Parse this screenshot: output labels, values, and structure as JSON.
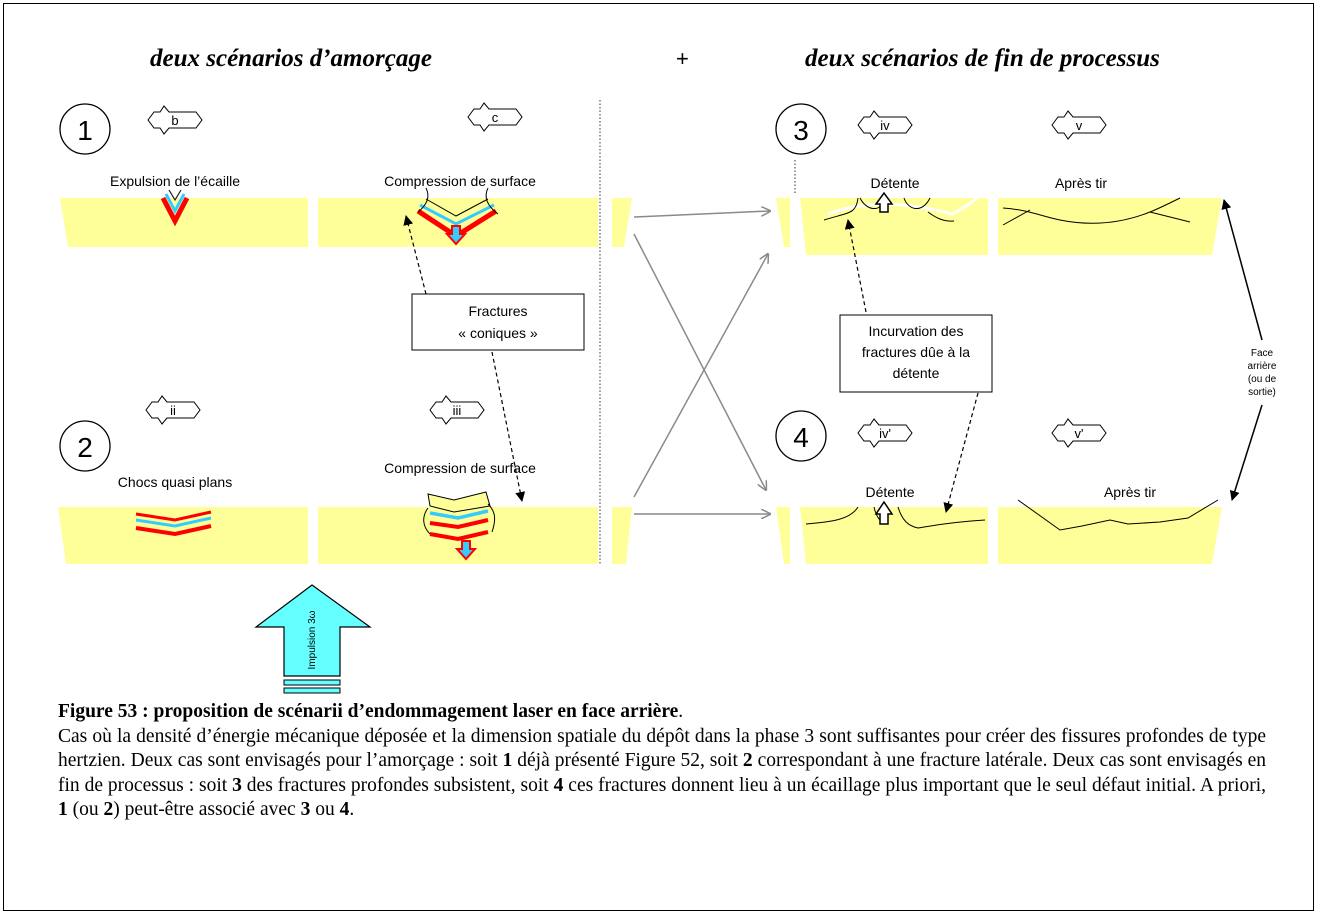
{
  "headings": {
    "left": "deux scénarios d’amorçage",
    "plus": "+",
    "right": "deux scénarios de fin de processus"
  },
  "scenario_numbers": [
    "1",
    "2",
    "3",
    "4"
  ],
  "tags": [
    "b",
    "c",
    "ii",
    "iii",
    "iv",
    "v",
    "iv'",
    "v'"
  ],
  "labels": {
    "expulsion": "Expulsion de l’écaille",
    "compression_1": "Compression de surface",
    "chocs": "Chocs quasi plans",
    "compression_2": "Compression de surface",
    "detente_1": "Détente",
    "apres_tir_1": "Après tir",
    "detente_2": "Détente",
    "apres_tir_2": "Après tir",
    "impulsion": "Impulsion 3ω"
  },
  "callouts": {
    "fractures_line1": "Fractures",
    "fractures_line2": "« coniques »",
    "incurvation_line1": "Incurvation des",
    "incurvation_line2": "fractures dûe à la",
    "incurvation_line3": "détente",
    "face_line1": "Face",
    "face_line2": "arrière",
    "face_line3": "(ou de",
    "face_line4": "sortie)"
  },
  "colors": {
    "slab": "#ffff99",
    "shock_red": "#ff0000",
    "shock_cyan": "#33ccff",
    "impulse_arrow": "#66ffff"
  },
  "caption": {
    "title": "Figure 53 : proposition de scénarii d’endommagement laser en face arrière",
    "title_end": ".",
    "p1": "Cas où la densité d’énergie mécanique déposée et la dimension spatiale du dépôt dans la phase 3 sont suffisantes pour créer des fissures profondes de type hertzien. Deux cas sont envisagés pour l’amorçage : soit ",
    "b1": "1",
    "p2": " déjà présenté Figure 52, soit ",
    "b2": "2",
    "p3": " correspondant à une fracture latérale. Deux cas sont envisagés en fin de processus : soit ",
    "b3": "3",
    "p4": " des fractures profondes subsistent, soit ",
    "b4": "4",
    "p5": " ces fractures donnent lieu à un écaillage plus important que le seul défaut initial. A priori, ",
    "b5": "1",
    "p6": " (ou ",
    "b6": "2",
    "p7": ") peut-être associé avec ",
    "b7": "3",
    "p8": " ou ",
    "b8": "4",
    "p9": "."
  }
}
